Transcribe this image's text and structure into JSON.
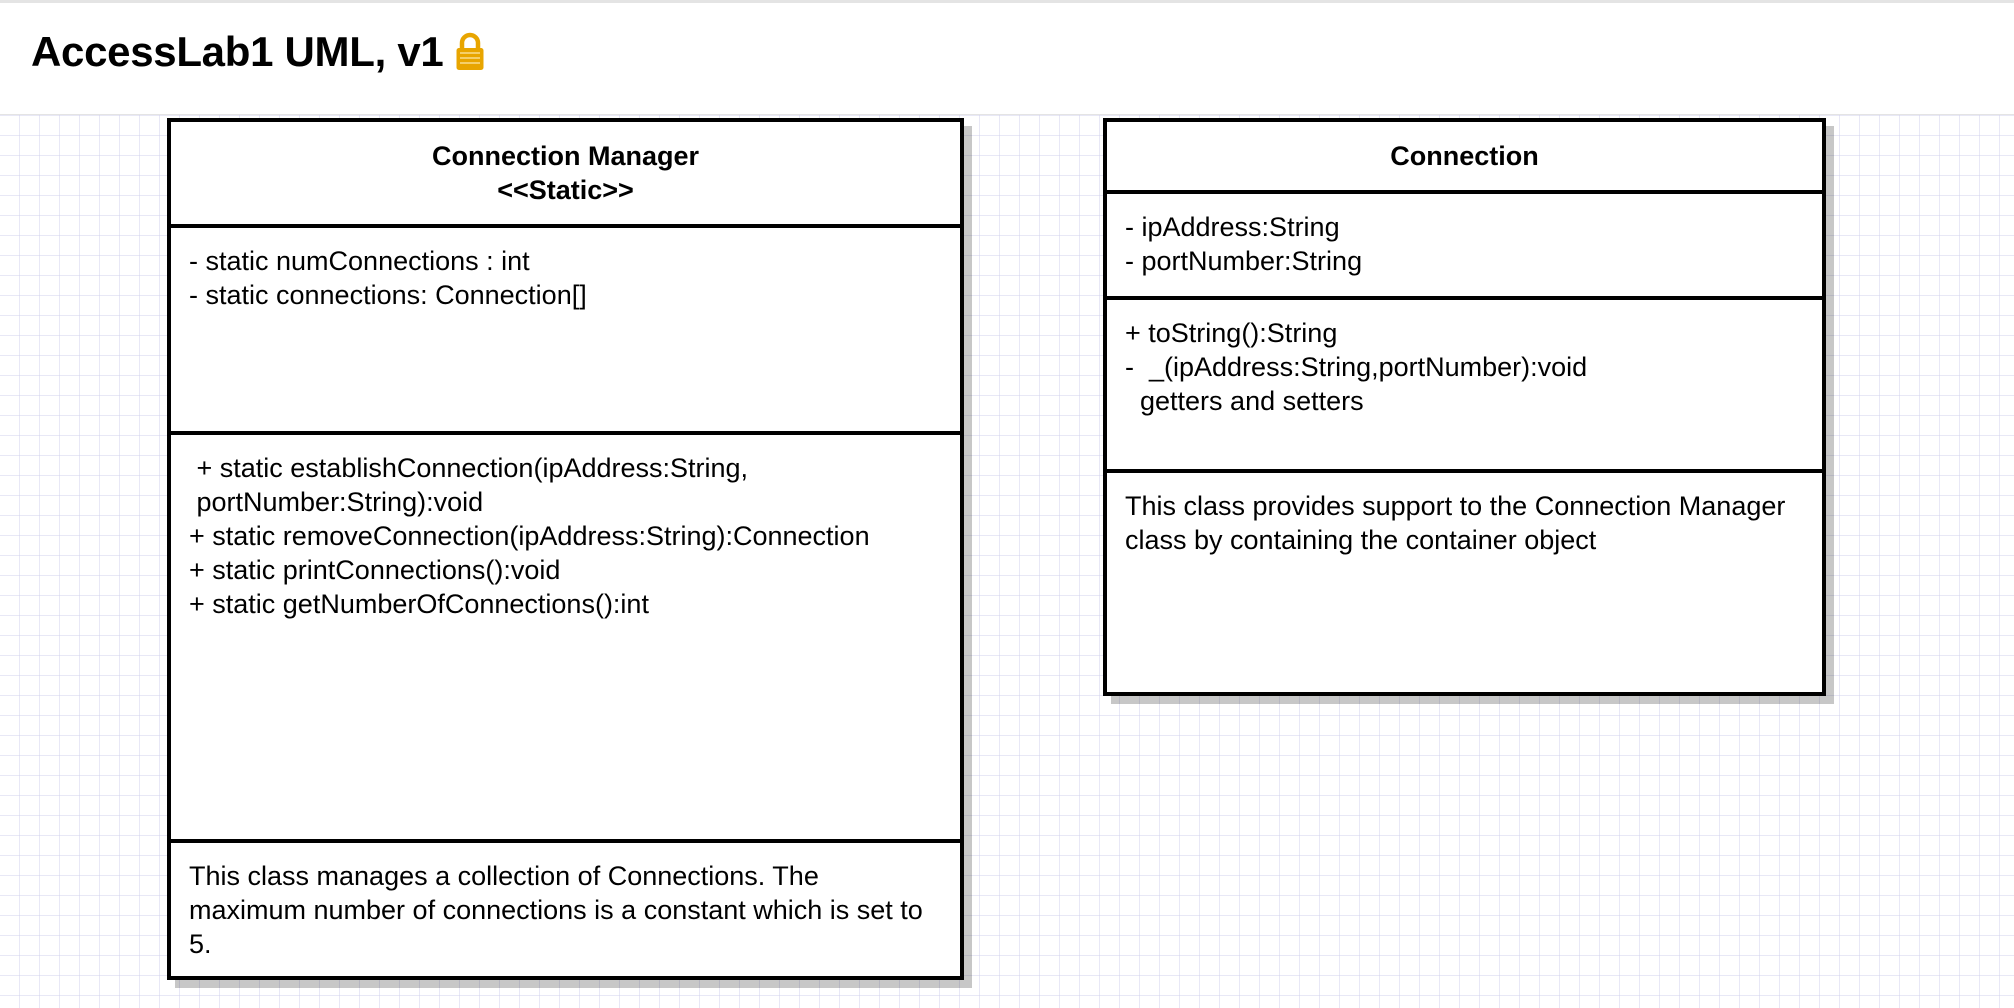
{
  "header": {
    "title": "AccessLab1 UML, v1",
    "lock_icon": "lock-icon",
    "lock_color": "#E8A500"
  },
  "diagram": {
    "grid_color": "#D8D8EE",
    "classes": [
      {
        "name": "Connection Manager",
        "stereotype": "<<Static>>",
        "attributes": [
          "- static numConnections : int",
          "- static connections: Connection[]"
        ],
        "methods": [
          " + static establishConnection(ipAddress:String,",
          " portNumber:String):void",
          "+ static removeConnection(ipAddress:String):Connection",
          "+ static printConnections():void",
          "+ static getNumberOfConnections():int"
        ],
        "description": "This class manages a collection of Connections.  The maximum number of connections is a constant which is set to 5."
      },
      {
        "name": "Connection",
        "attributes": [
          "- ipAddress:String",
          "- portNumber:String"
        ],
        "methods": [
          "+ toString():String",
          "-  _(ipAddress:String,portNumber):void",
          "  getters and setters"
        ],
        "description": "This class provides support to the Connection Manager class by containing the container object"
      }
    ]
  }
}
